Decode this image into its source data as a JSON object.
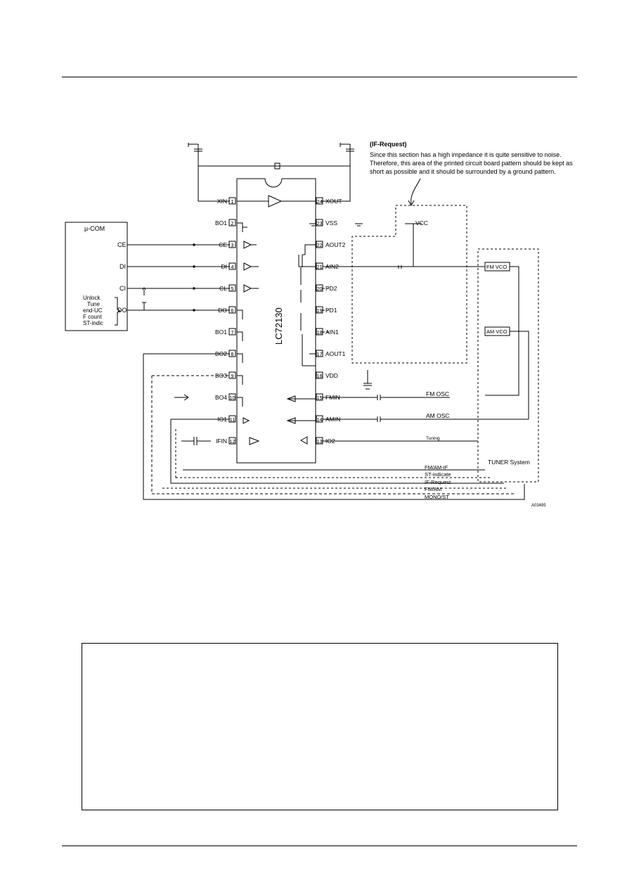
{
  "note": {
    "title": "(IF-Request)",
    "lines": [
      "Since this section has a high impedance it is quite sensitive to noise.",
      "Therefore, this area of the printed circuit board pattern should be kept as",
      "short as possible and it should be surrounded by a ground pattern."
    ]
  },
  "chip": {
    "name": "LC72130"
  },
  "mcu": {
    "name": "µ-COM",
    "pins": [
      "CE",
      "DI",
      "CI",
      "DO"
    ],
    "do_signals": [
      "Unlock",
      "Tune",
      "end-UC",
      "F count",
      "ST-indic"
    ]
  },
  "pins_left": [
    {
      "num": "1",
      "name": "XIN"
    },
    {
      "num": "2",
      "name": "BO1"
    },
    {
      "num": "3",
      "name": "CE"
    },
    {
      "num": "4",
      "name": "DI"
    },
    {
      "num": "5",
      "name": "CL"
    },
    {
      "num": "6",
      "name": "DO"
    },
    {
      "num": "7",
      "name": "BO1"
    },
    {
      "num": "8",
      "name": "BO2"
    },
    {
      "num": "9",
      "name": "BO3"
    },
    {
      "num": "10",
      "name": "BO4"
    },
    {
      "num": "11",
      "name": "IO1"
    },
    {
      "num": "12",
      "name": "IFIN"
    }
  ],
  "pins_right": [
    {
      "num": "24",
      "name": "XOUT"
    },
    {
      "num": "23",
      "name": "VSS"
    },
    {
      "num": "22",
      "name": "AOUT2"
    },
    {
      "num": "21",
      "name": "AIN2"
    },
    {
      "num": "20",
      "name": "PD2"
    },
    {
      "num": "19",
      "name": "PD1"
    },
    {
      "num": "18",
      "name": "AIN1"
    },
    {
      "num": "17",
      "name": "AOUT1"
    },
    {
      "num": "16",
      "name": "VDD"
    },
    {
      "num": "15",
      "name": "FMIN"
    },
    {
      "num": "14",
      "name": "AMIN"
    },
    {
      "num": "13",
      "name": "IO2"
    }
  ],
  "vcc_label": "VCC",
  "blocks": {
    "fm_vco": "FM VCO",
    "am_vco": "AM VCO",
    "tuner": "TUNER System"
  },
  "osc": {
    "fm": "FM OSC",
    "am": "AM OSC",
    "ic2": "Tuning"
  },
  "bus": [
    "FM/AM-IF",
    "ST-indicate",
    "IF-Request",
    "FM/AM",
    "MONO/ST"
  ],
  "figure_id": "A03495"
}
